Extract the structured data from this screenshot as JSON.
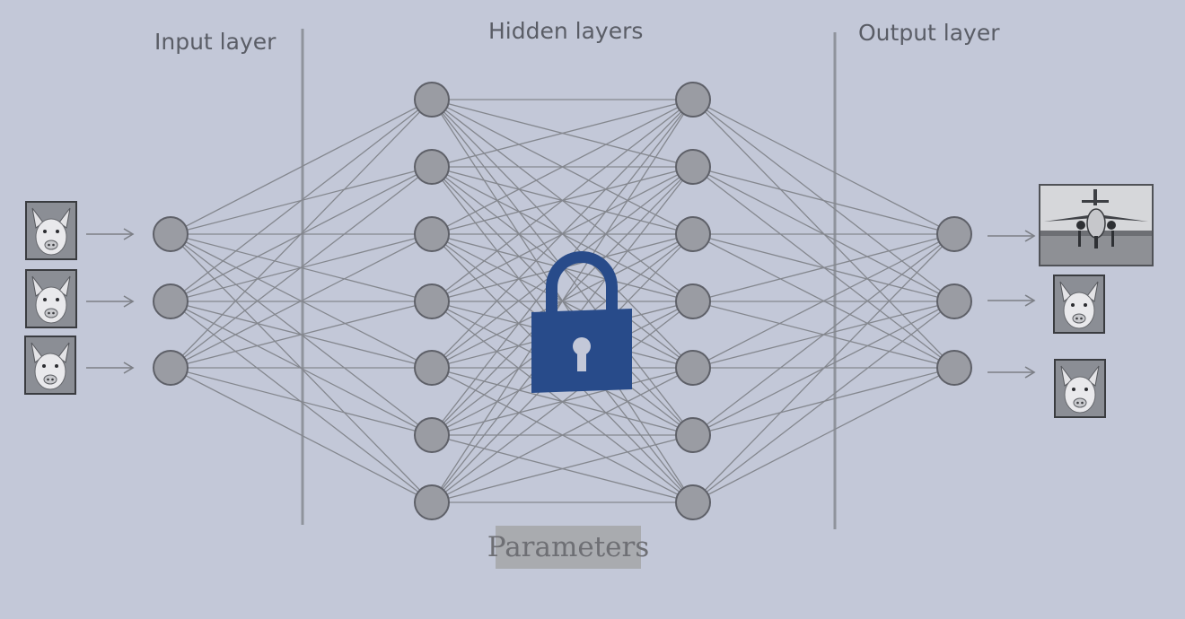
{
  "labels": {
    "input_layer": "Input layer",
    "hidden_layers": "Hidden layers",
    "output_layer": "Output layer",
    "parameters": "Parameters"
  },
  "network": {
    "layers": [
      {
        "name": "input",
        "nodes": 3
      },
      {
        "name": "hidden-1",
        "nodes": 7
      },
      {
        "name": "hidden-2",
        "nodes": 7
      },
      {
        "name": "output",
        "nodes": 3
      }
    ]
  },
  "inputs": [
    {
      "image": "pig-photo"
    },
    {
      "image": "pig-photo"
    },
    {
      "image": "pig-photo"
    }
  ],
  "outputs": [
    {
      "image": "airplane-photo"
    },
    {
      "image": "pig-photo"
    },
    {
      "image": "pig-photo"
    }
  ],
  "icons": {
    "center": "lock-icon"
  },
  "colors": {
    "background": "#c3c8d8",
    "node_fill": "#9a9ca3",
    "node_stroke": "#5e6068",
    "edge": "#84878e",
    "lock": "#284b8a"
  }
}
